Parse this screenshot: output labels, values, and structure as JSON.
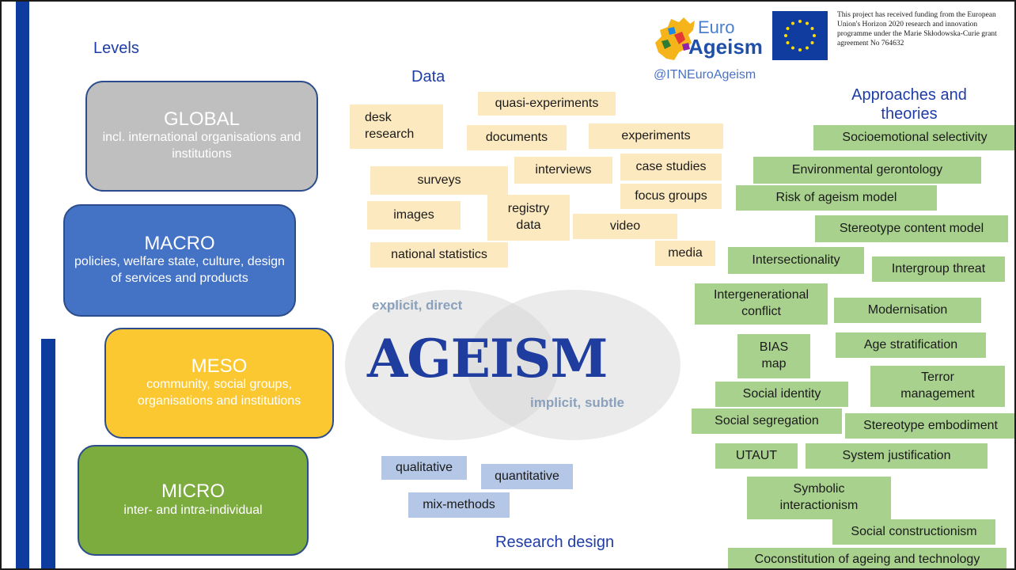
{
  "headings": {
    "levels": "Levels",
    "data": "Data",
    "approaches": "Approaches and theories",
    "research_design": "Research design"
  },
  "levels": [
    {
      "title": "GLOBAL",
      "subtitle": "incl. international organisations and institutions",
      "fill": "#bfbfbf"
    },
    {
      "title": "MACRO",
      "subtitle": "policies, welfare state, culture, design of services and products",
      "fill": "#4472c4"
    },
    {
      "title": "MESO",
      "subtitle": "community, social groups, organisations and institutions",
      "fill": "#fbc832"
    },
    {
      "title": "MICRO",
      "subtitle": "inter- and intra-individual",
      "fill": "#7cab3e"
    }
  ],
  "data_tags": [
    "quasi-experiments",
    "desk research",
    "documents",
    "experiments",
    "interviews",
    "case studies",
    "surveys",
    "focus groups",
    "registry data",
    "images",
    "video",
    "media",
    "national statistics"
  ],
  "center": {
    "title": "AGEISM",
    "explicit": "explicit, direct",
    "implicit": "implicit, subtle"
  },
  "research_design": [
    "qualitative",
    "quantitative",
    "mix-methods"
  ],
  "theories": [
    "Socioemotional selectivity",
    "Environmental gerontology",
    "Risk of ageism model",
    "Stereotype content model",
    "Intersectionality",
    "Intergroup threat",
    "Intergenerational conflict",
    "Modernisation",
    "BIAS map",
    "Age stratification",
    "Terror management",
    "Social identity",
    "Social segregation",
    "Stereotype embodiment",
    "UTAUT",
    "System justification",
    "Symbolic interactionism",
    "Social constructionism",
    "Coconstitution of ageing and technology"
  ],
  "branding": {
    "logo_text_top": "Euro",
    "logo_text_bottom": "Ageism",
    "handle": "@ITNEuroAgeism",
    "funding": "This project has received funding from the European Union's Horizon 2020 research and innovation programme under the Marie Skłodowska-Curie grant agreement No 764632"
  },
  "colors": {
    "accent_blue": "#0d3c9e",
    "data_tag": "#fde9bf",
    "theory_tag": "#a9d18e",
    "design_tag": "#b4c7e7"
  }
}
